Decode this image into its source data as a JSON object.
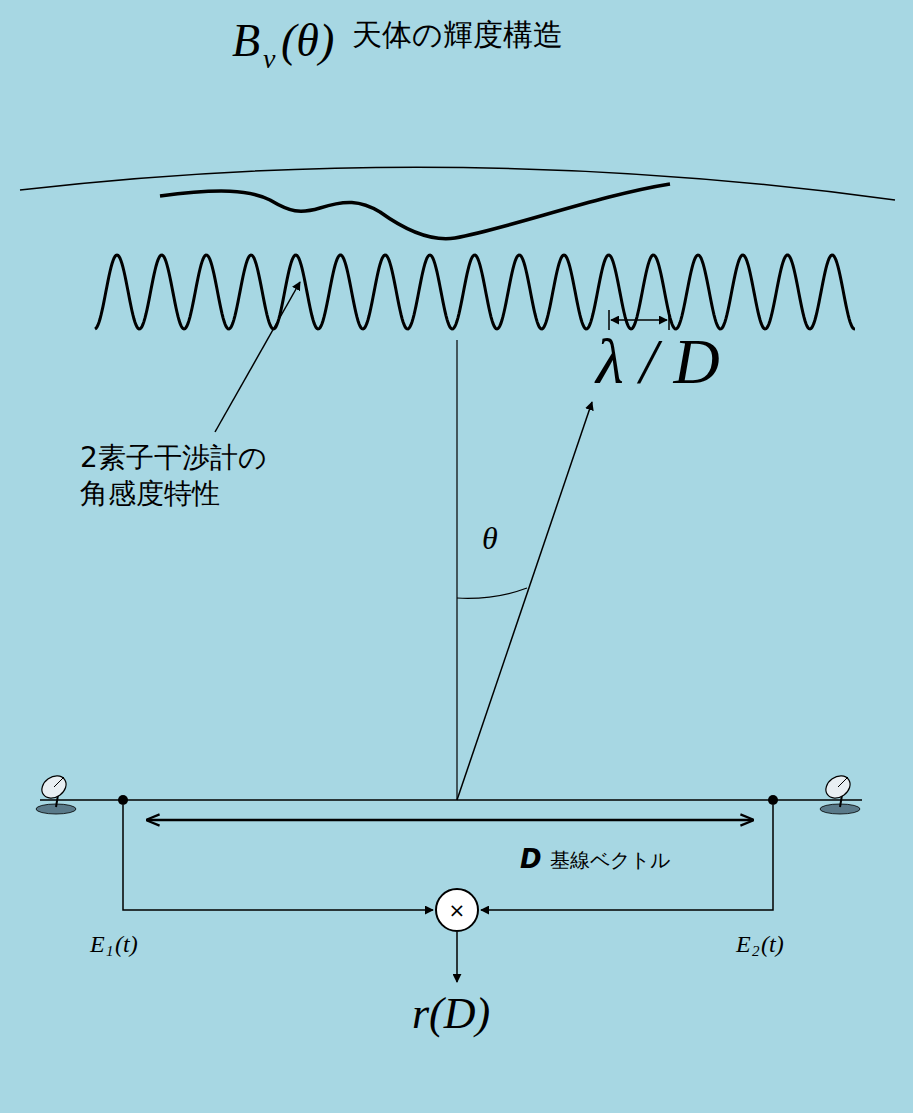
{
  "diagram": {
    "nodes": [
      {
        "text": [
          "×"
        ]
      }
    ],
    "labels": [
      "B",
      "ν",
      "(θ)",
      "天体の輝度構造",
      "λ / D",
      "2素子干渉計の 角感度特性",
      "θ",
      "D",
      "基線ベクトル",
      "E",
      "1",
      "(t)",
      "E",
      "2",
      "(t)",
      "r(D)"
    ]
  }
}
